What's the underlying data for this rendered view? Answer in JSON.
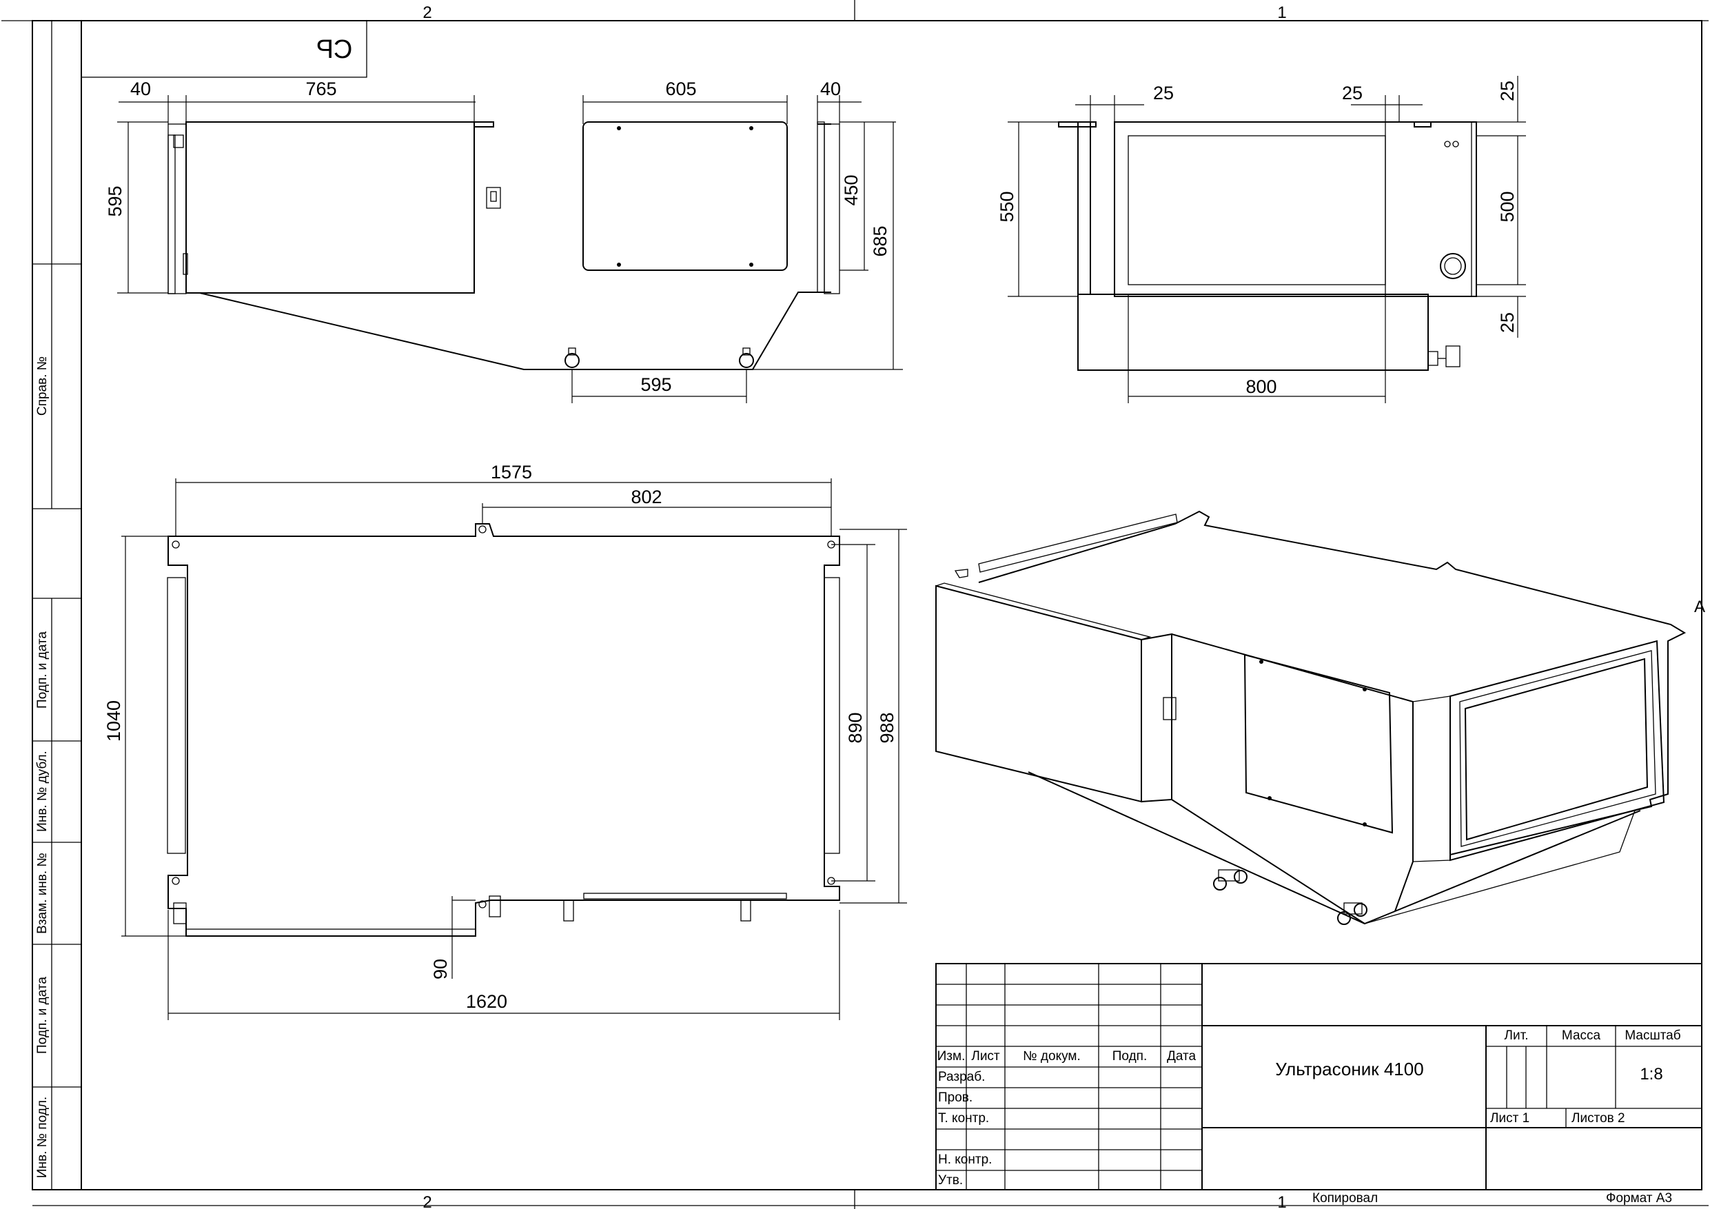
{
  "frame": {
    "zone_top_left": "2",
    "zone_top_right": "1",
    "zone_bottom_left": "2",
    "zone_bottom_right": "1",
    "zone_right": "A",
    "mirrored_stamp": "СР",
    "copied_label": "Копировал",
    "format_label": "Формат А3"
  },
  "side_strip": {
    "sprav": "Справ. №",
    "podp_data_1": "Подп. и дата",
    "inv_dubl": "Инв. № дубл.",
    "vzam_inv": "Взам. инв. №",
    "podp_data_2": "Подп. и дата",
    "inv_podl": "Инв. № подл."
  },
  "dimensions": {
    "side_view": {
      "d40_left": "40",
      "d765": "765",
      "d605": "605",
      "d40_right": "40",
      "d595_height": "595",
      "d450": "450",
      "d685": "685",
      "d595_bottom": "595"
    },
    "front_view": {
      "d25_left": "25",
      "d25_right": "25",
      "d25_top": "25",
      "d550": "550",
      "d500": "500",
      "d25_bottom": "25",
      "d800": "800"
    },
    "top_view": {
      "d1575": "1575",
      "d802": "802",
      "d1040": "1040",
      "d890": "890",
      "d988": "988",
      "d90": "90",
      "d1620": "1620"
    }
  },
  "title_block": {
    "headers": {
      "izm": "Изм.",
      "list": "Лист",
      "nom_dokum": "№ докум.",
      "podp": "Подп.",
      "data": "Дата"
    },
    "rows": {
      "razrab": "Разраб.",
      "prov": "Пров.",
      "t_kontr": "Т. контр.",
      "n_kontr": "Н. контр.",
      "utv": "Утв."
    },
    "product_title": "Ультрасоник 4100",
    "lit": "Лит.",
    "massa": "Масса",
    "masshtab": "Масштаб",
    "scale_value": "1:8",
    "sheet": "Лист 1",
    "sheets": "Листов 2"
  }
}
